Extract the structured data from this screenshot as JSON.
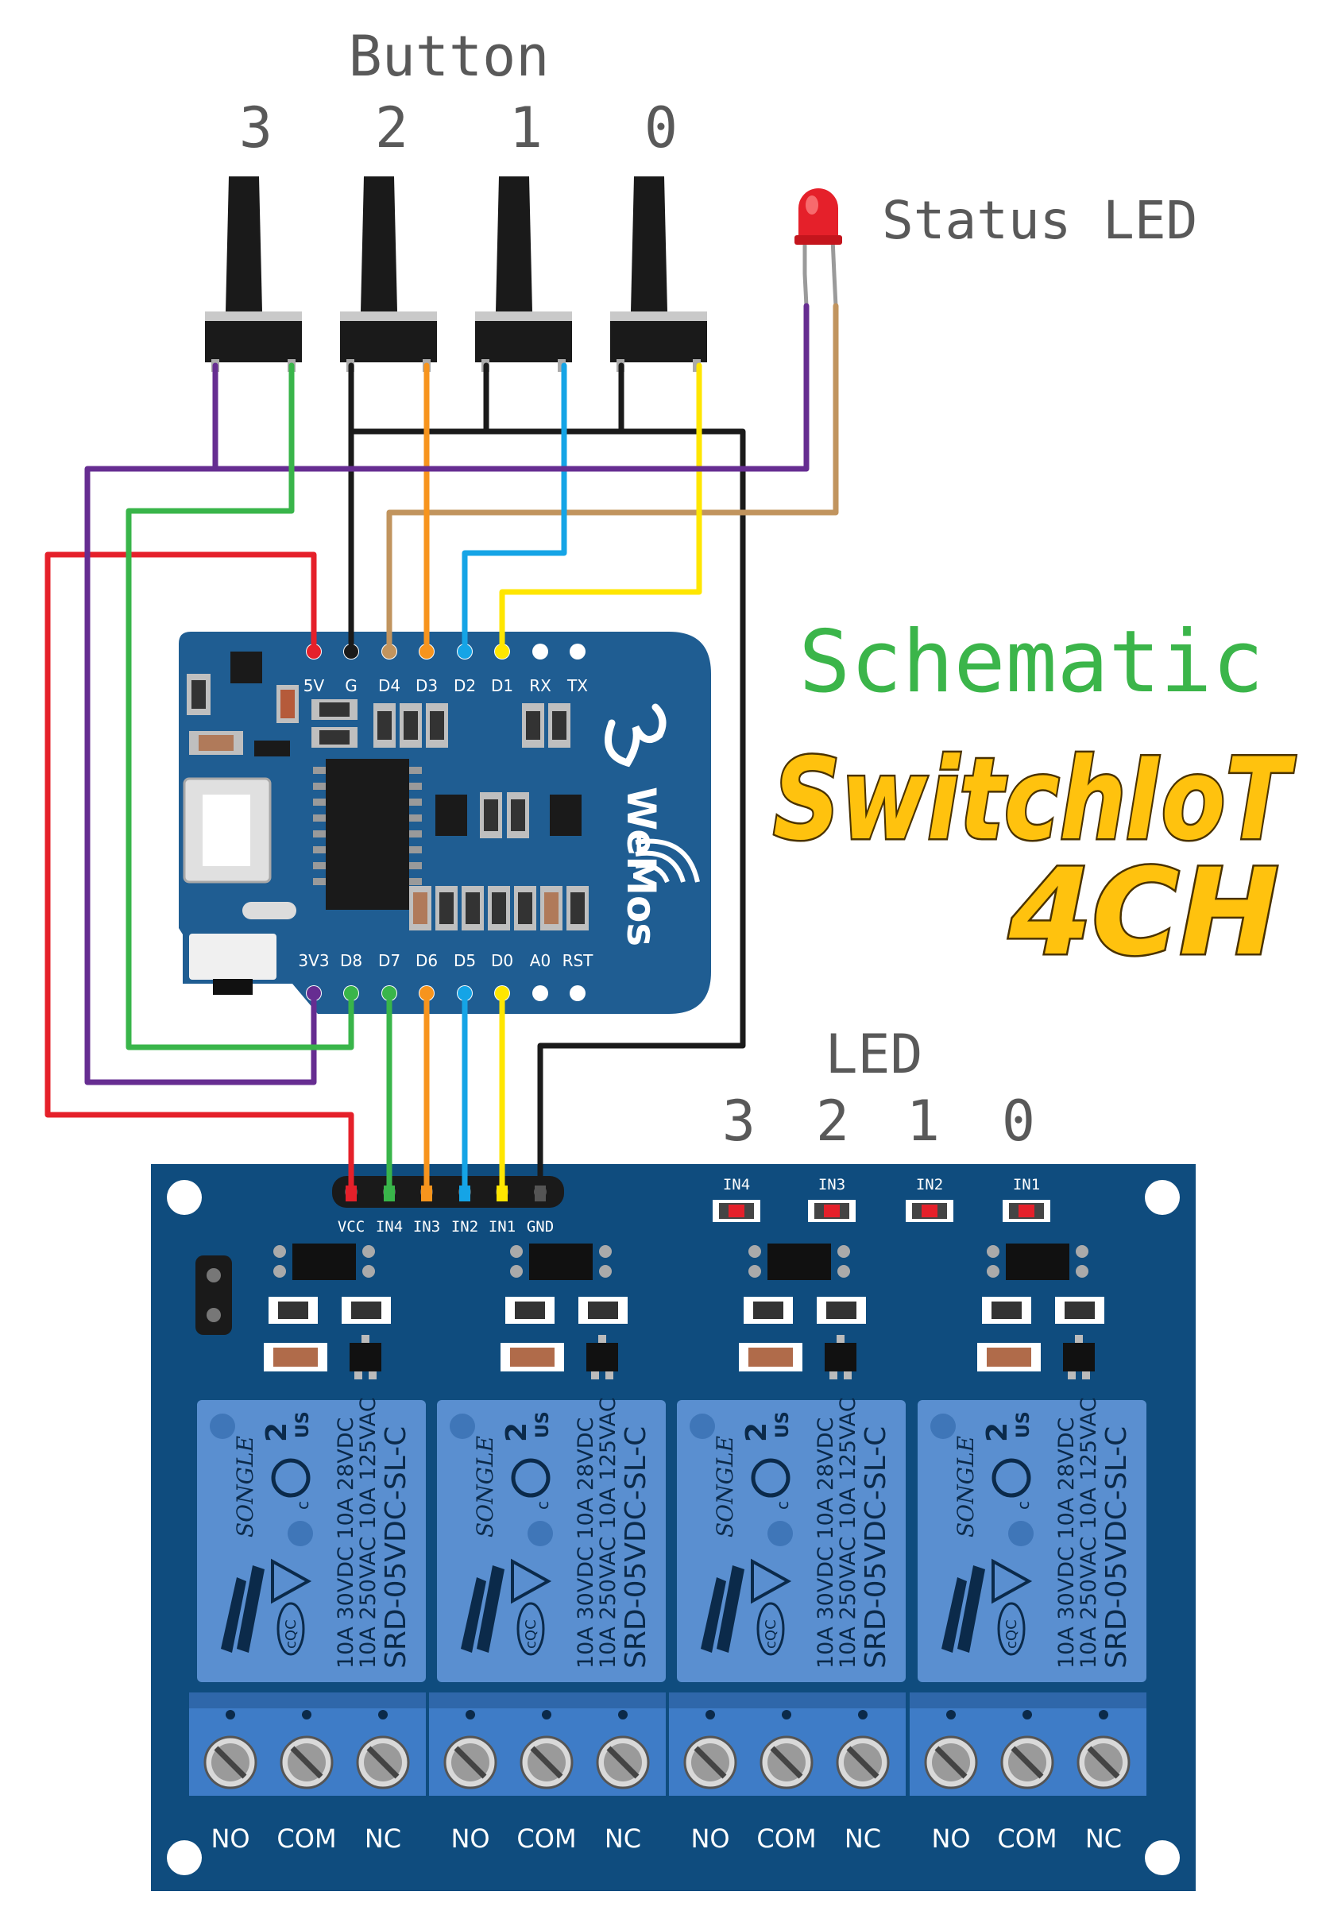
{
  "labels": {
    "button_heading": "Button",
    "button_numbers": [
      "3",
      "2",
      "1",
      "0"
    ],
    "status_led": "Status LED",
    "led_heading": "LED",
    "led_numbers": [
      "3",
      "2",
      "1",
      "0"
    ],
    "schematic": "Schematic",
    "brand_line1": "SwitchIoT",
    "brand_line2": "4CH"
  },
  "wemos": {
    "logo": "WeMos",
    "top_pins": [
      "5V",
      "G",
      "D4",
      "D3",
      "D2",
      "D1",
      "RX",
      "TX"
    ],
    "bottom_pins": [
      "3V3",
      "D8",
      "D7",
      "D6",
      "D5",
      "D0",
      "A0",
      "RST"
    ]
  },
  "relay_board": {
    "header_pins": [
      "VCC",
      "IN4",
      "IN3",
      "IN2",
      "IN1",
      "GND"
    ],
    "indicator_labels": [
      "IN4",
      "IN3",
      "IN2",
      "IN1"
    ],
    "relay": {
      "brand": "SONGLE",
      "model": "SRD-05VDC-SL-C",
      "rating1": "10A 250VAC 10A 125VAC",
      "rating2": "10A 30VDC 10A 28VDC",
      "cert": "cQC",
      "ul_num": "2",
      "ul_us": "US",
      "ul_c": "c"
    },
    "terminal_labels": [
      "NO",
      "COM",
      "NC"
    ]
  },
  "colors": {
    "board_blue": "#1f5d92",
    "relay_board_blue": "#0f4c7e",
    "relay_blue": "#5a8fd0",
    "terminal_blue": "#3e7cc7",
    "wire_red": "#e5202a",
    "wire_black": "#1a1a1a",
    "wire_tan": "#c1945e",
    "wire_orange": "#f7941d",
    "wire_blue": "#15a4e6",
    "wire_yellow": "#ffe600",
    "wire_purple": "#662d91",
    "wire_green": "#39b54a",
    "schematic_green": "#3bb54a",
    "brand_yellow": "#ffc20e",
    "label_gray": "#595959"
  }
}
